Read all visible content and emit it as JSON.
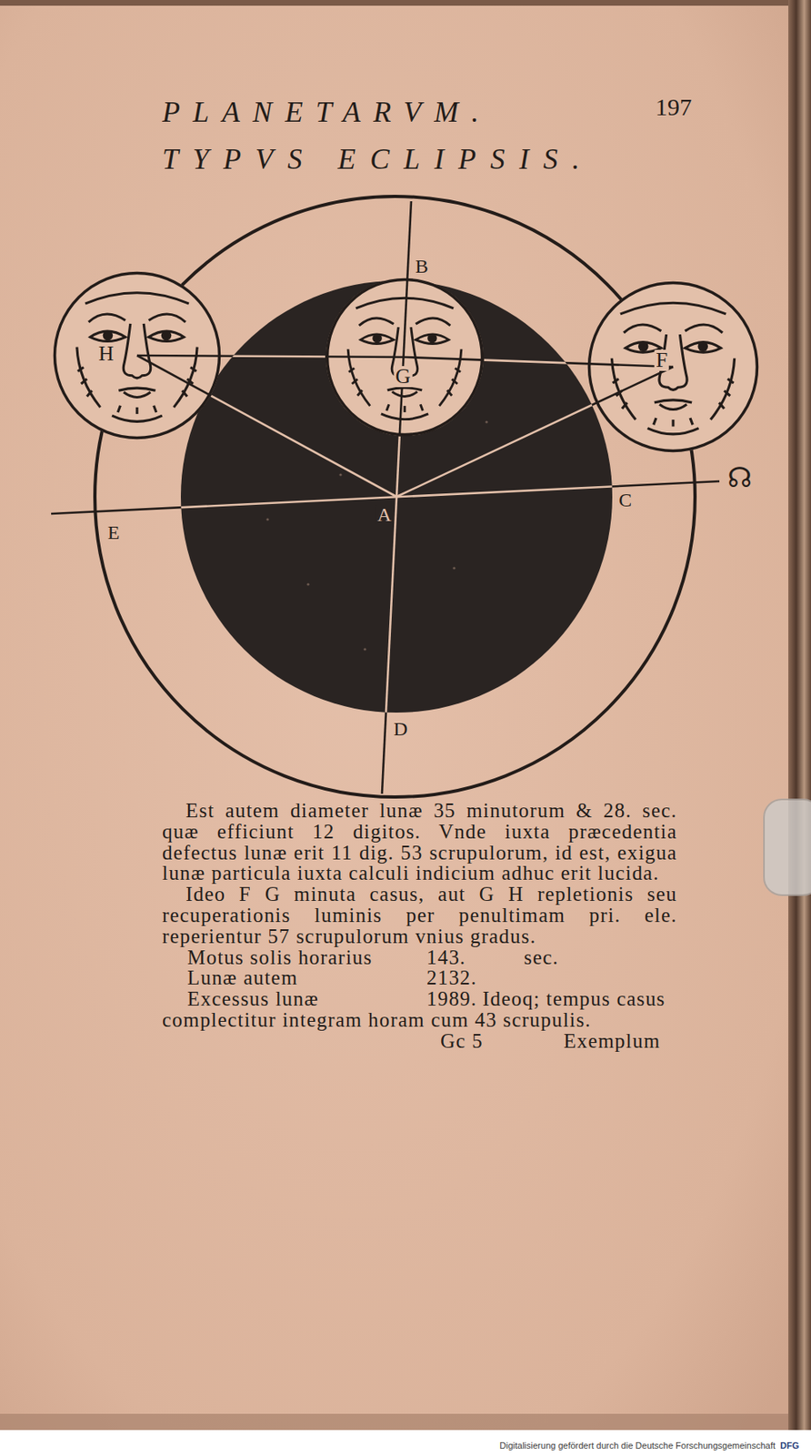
{
  "diagram": {
    "nodes": [
      {
        "text": [
          "H"
        ]
      },
      {
        "text": [
          "G"
        ]
      },
      {
        "text": [
          "F"
        ]
      }
    ],
    "labels": [
      "PLANETARVM.",
      "197",
      "TYPVS ECLIPSIS.",
      "B",
      "E",
      "A",
      "C",
      "☊",
      "D",
      "Est autem diameter lunæ 35 minutorum & 28. sec. quæ efficiunt 12 digitos. Vnde iuxta præcedentia defectus lunæ erit 11 dig. 53 scrupulorum, id est, exigua lunæ particula iuxta calculi indicium adhuc erit lucida.",
      "Ideo F G minuta casus, aut G H repletionis seu recuperationis luminis per penultimam pri. ele. reperientur 57 scrupulorum vnius gradus.",
      "Motus solis horarius",
      "143.",
      "sec.",
      "Lunæ autem",
      "2132.",
      "Excessus lunæ",
      "1989.",
      "Ideoq; tempus casus complectitur integram horam cum 43 scrupulis.",
      "Gc 5",
      "Exemplum",
      "Digitalisierung gefördert durch die Deutsche Forschungsgemeinschaft",
      "DFG"
    ]
  }
}
